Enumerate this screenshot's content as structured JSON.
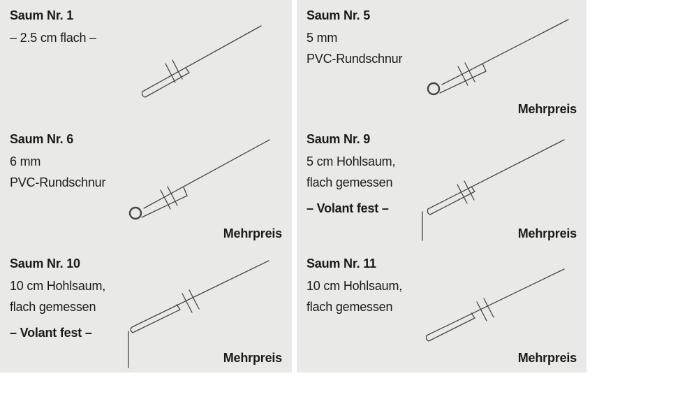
{
  "colors": {
    "panel_background": "#e9e9e7",
    "text": "#1a1a18",
    "drawing_stroke": "#45453f"
  },
  "cells": [
    {
      "id": "saum-1",
      "title": "Saum Nr. 1",
      "line1": "– 2.5 cm flach –",
      "drawing": "flat-hem"
    },
    {
      "id": "saum-5",
      "title": "Saum Nr. 5",
      "line1": "5 mm",
      "line2": "PVC-Rundschnur",
      "surcharge": "Mehrpreis",
      "drawing": "round-cord-hem"
    },
    {
      "id": "saum-6",
      "title": "Saum Nr. 6",
      "line1": "6 mm",
      "line2": "PVC-Rundschnur",
      "surcharge": "Mehrpreis",
      "drawing": "round-cord-hem"
    },
    {
      "id": "saum-9",
      "title": "Saum Nr. 9",
      "line1": "5 cm Hohlsaum,",
      "line2": "flach gemessen",
      "volant": "– Volant fest –",
      "surcharge": "Mehrpreis",
      "drawing": "hollow-hem-volant"
    },
    {
      "id": "saum-10",
      "title": "Saum Nr. 10",
      "line1": "10 cm Hohlsaum,",
      "line2": "flach gemessen",
      "volant": "– Volant fest –",
      "surcharge": "Mehrpreis",
      "drawing": "hollow-hem-volant"
    },
    {
      "id": "saum-11",
      "title": "Saum Nr. 11",
      "line1": "10 cm Hohlsaum,",
      "line2": "flach gemessen",
      "surcharge": "Mehrpreis",
      "drawing": "hollow-hem"
    }
  ]
}
